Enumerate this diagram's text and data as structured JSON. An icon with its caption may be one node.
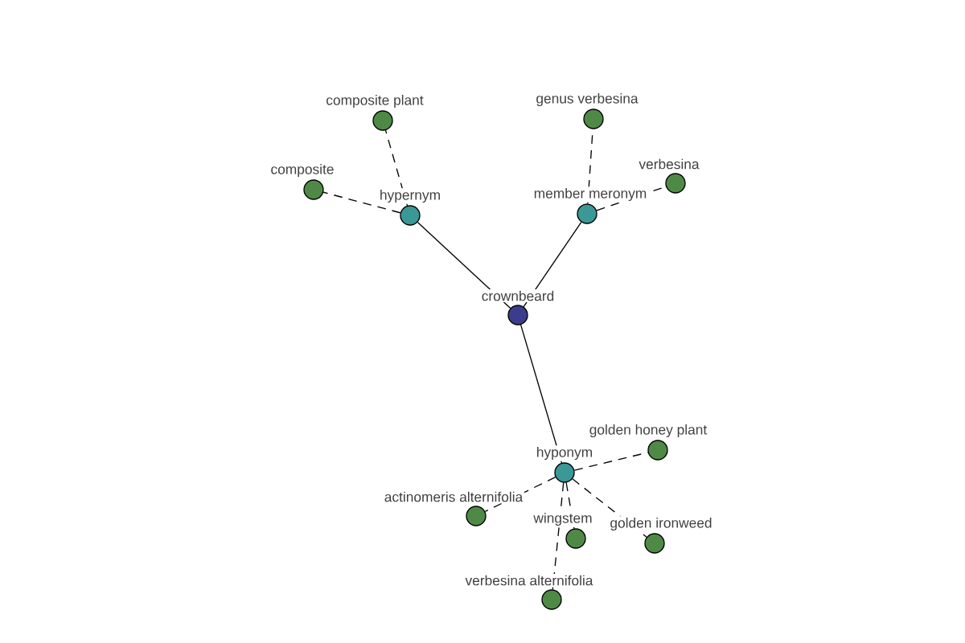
{
  "diagram": {
    "nodes": [
      {
        "text": [
          "crownbeard"
        ]
      },
      {
        "text": [
          "hypernym"
        ]
      },
      {
        "text": [
          "composite plant"
        ]
      },
      {
        "text": [
          "composite"
        ]
      },
      {
        "text": [
          "member meronym"
        ]
      },
      {
        "text": [
          "genus verbesina"
        ]
      },
      {
        "text": [
          "verbesina"
        ]
      },
      {
        "text": [
          "hyponym"
        ]
      },
      {
        "text": [
          "golden honey plant"
        ]
      },
      {
        "text": [
          "actinomeris alternifolia"
        ]
      },
      {
        "text": [
          "wingstem"
        ]
      },
      {
        "text": [
          "golden ironweed"
        ]
      },
      {
        "text": [
          "verbesina alternifolia"
        ]
      }
    ],
    "edges": [
      {
        "from": 0,
        "to": 1,
        "arrow": "none"
      },
      {
        "from": 0,
        "to": 4,
        "arrow": "none"
      },
      {
        "from": 0,
        "to": 7,
        "arrow": "none"
      },
      {
        "from": 1,
        "to": 2,
        "arrow": "none",
        "style": "dashed"
      },
      {
        "from": 1,
        "to": 3,
        "arrow": "none",
        "style": "dashed"
      },
      {
        "from": 4,
        "to": 5,
        "arrow": "none",
        "style": "dashed"
      },
      {
        "from": 4,
        "to": 6,
        "arrow": "none",
        "style": "dashed"
      },
      {
        "from": 7,
        "to": 8,
        "arrow": "none",
        "style": "dashed"
      },
      {
        "from": 7,
        "to": 9,
        "arrow": "none",
        "style": "dashed"
      },
      {
        "from": 7,
        "to": 10,
        "arrow": "none",
        "style": "dashed"
      },
      {
        "from": 7,
        "to": 11,
        "arrow": "none",
        "style": "dashed"
      },
      {
        "from": 7,
        "to": 12,
        "arrow": "none",
        "style": "dashed"
      }
    ]
  }
}
